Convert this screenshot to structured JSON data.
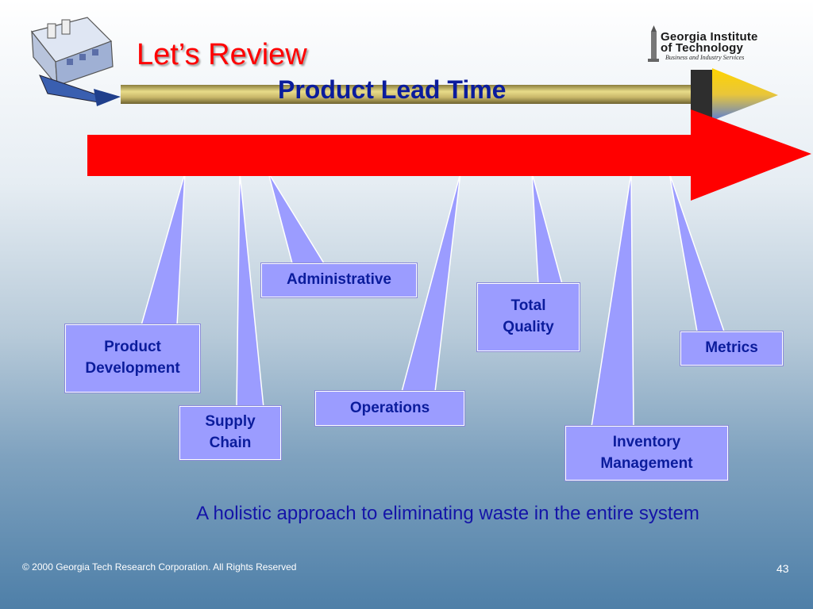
{
  "slide": {
    "title": "Let’s Review",
    "subtitle": "Product Lead Time",
    "tagline": "A holistic approach to eliminating waste in the entire system",
    "copyright": "© 2000 Georgia Tech Research Corporation. All Rights Reserved",
    "page_number": "43"
  },
  "logo": {
    "line1": "Georgia Institute",
    "line2": "of Technology",
    "tagline": "Business and Industry Services"
  },
  "callouts": [
    {
      "id": "product-development",
      "label": "Product\nDevelopment"
    },
    {
      "id": "supply-chain",
      "label": "Supply\nChain"
    },
    {
      "id": "administrative",
      "label": "Administrative"
    },
    {
      "id": "operations",
      "label": "Operations"
    },
    {
      "id": "total-quality",
      "label": "Total\nQuality"
    },
    {
      "id": "inventory-management",
      "label": "Inventory\nManagement"
    },
    {
      "id": "metrics",
      "label": "Metrics"
    }
  ],
  "colors": {
    "title_red": "#ff0000",
    "subtitle_blue": "#0b1c9c",
    "callout_fill": "#9b9cff",
    "main_arrow": "#ff0000",
    "tagline_blue": "#1414a8"
  },
  "icons": {
    "factory_clipart": "factory-icon",
    "logo_tower": "tower-icon"
  }
}
